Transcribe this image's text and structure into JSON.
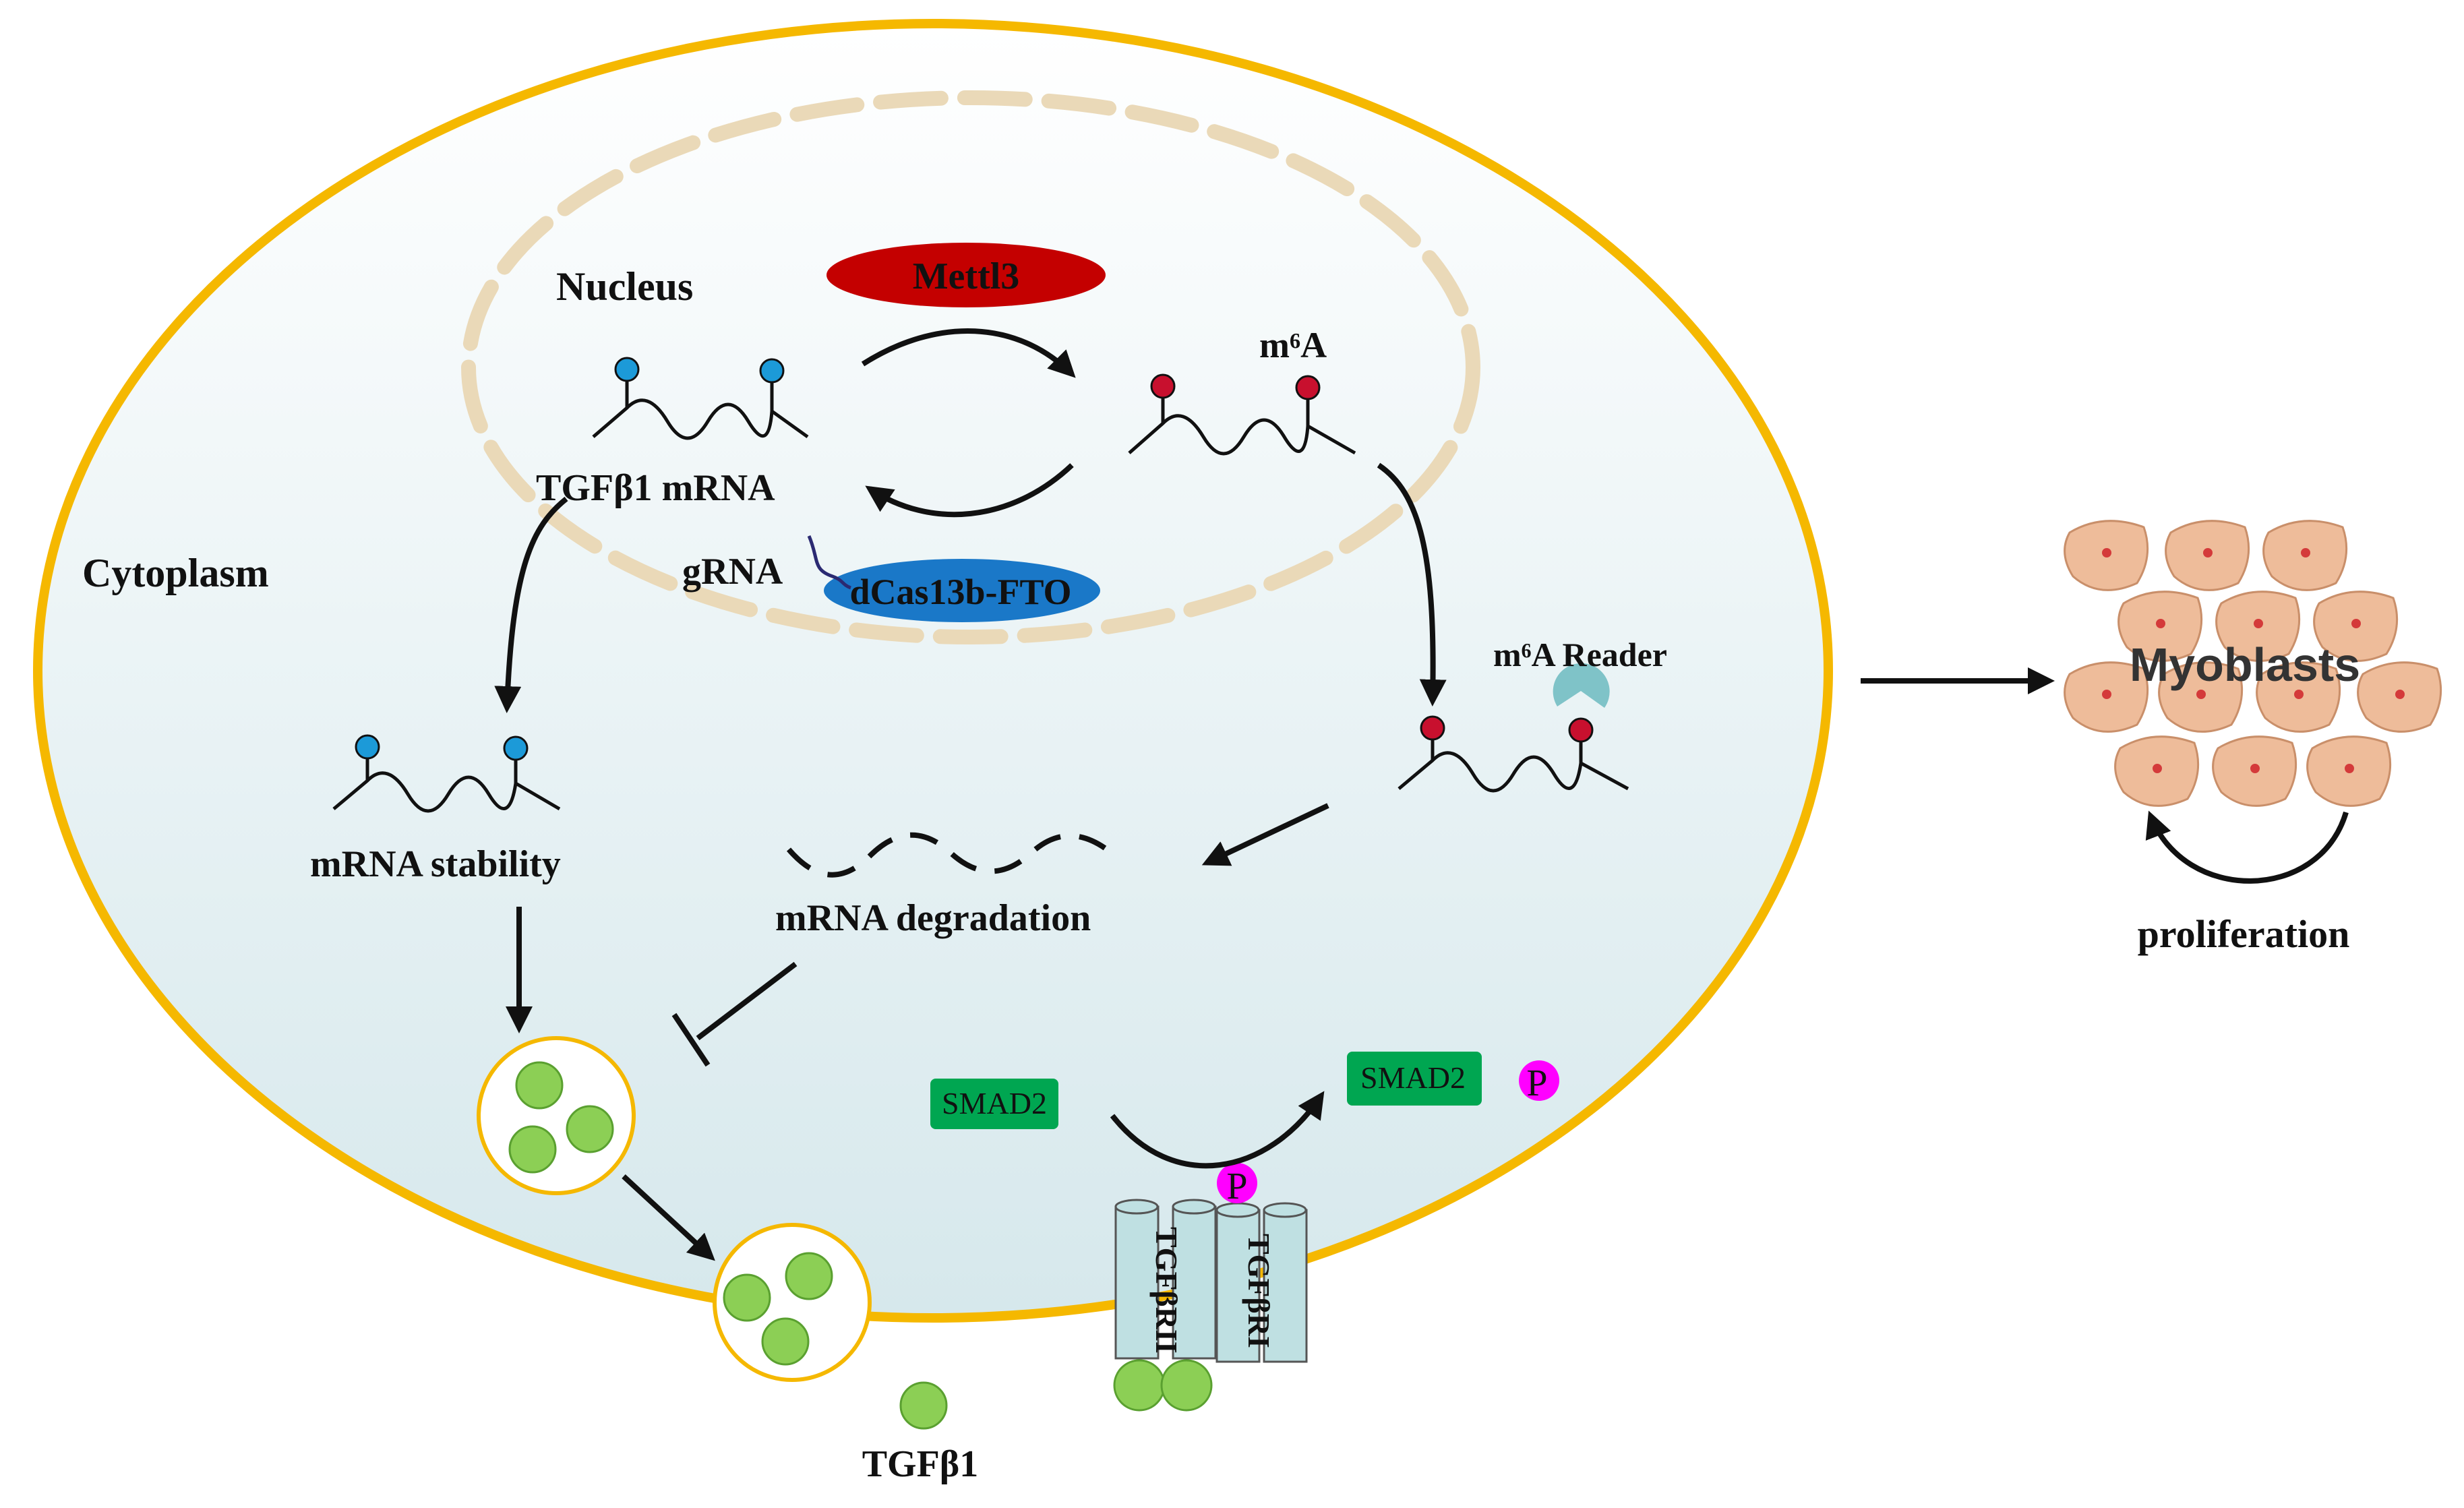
{
  "labels": {
    "nucleus": "Nucleus",
    "cytoplasm": "Cytoplasm",
    "mettl3": "Mettl3",
    "m6a": "m⁶A",
    "tgfb1_mrna": "TGFβ1 mRNA",
    "grna": "gRNA",
    "dcas13b_fto": "dCas13b-FTO",
    "m6a_reader": "m⁶A  Reader",
    "mrna_stability": "mRNA  stability",
    "mrna_degradation": "mRNA  degradation",
    "smad2_left": "SMAD2",
    "smad2_right": "SMAD2",
    "phospho_left": "P",
    "phospho_right": "P",
    "receptor_2": "TGFβRII",
    "receptor_1": "TGFβRI",
    "tgfb1": "TGFβ1",
    "myoblasts": "Myoblasts",
    "proliferation": "proliferation"
  },
  "colors": {
    "cell_border": "#f5b800",
    "cell_fill_top": "#ffffff",
    "cell_fill_bottom": "#d9eaee",
    "nucleus_dash": "#ead9b8",
    "mettl3": "#c40000",
    "fto": "#1a78c8",
    "methyl_blue": "#1c9ad8",
    "methyl_red": "#c8102e",
    "reader": "#7fc3c8",
    "smad": "#00a651",
    "phospho": "#ff00ff",
    "granule": "#8ccf55",
    "receptor": "#bfe0e2",
    "myoblast": "#eebc9a",
    "myoblast_nucleus": "#d43a3a"
  }
}
